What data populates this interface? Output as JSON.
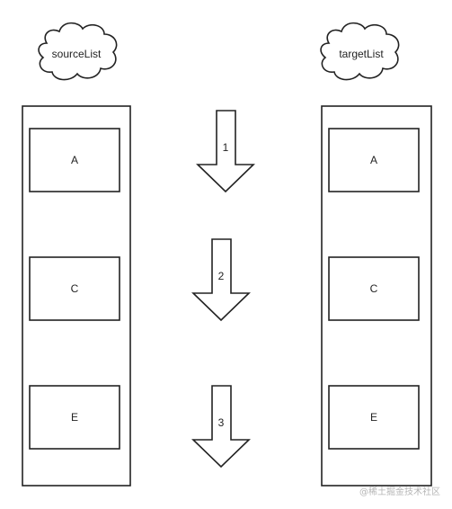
{
  "clouds": {
    "source": "sourceList",
    "target": "targetList"
  },
  "source_items": [
    "A",
    "C",
    "E"
  ],
  "target_items": [
    "A",
    "C",
    "E"
  ],
  "arrows": [
    "1",
    "2",
    "3"
  ],
  "watermark": "@稀土掘金技术社区"
}
